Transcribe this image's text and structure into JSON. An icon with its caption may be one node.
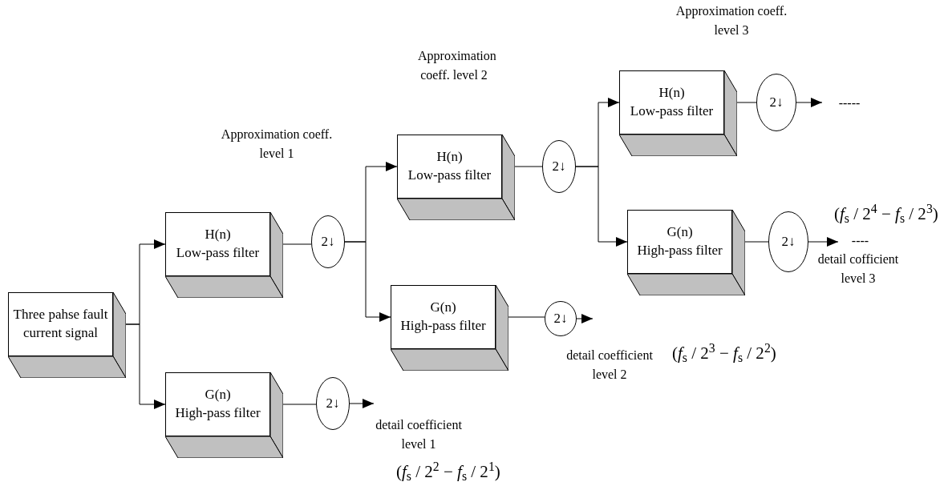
{
  "diagram": {
    "nodes": [
      {
        "text": [
          "Three pahse fault current signal"
        ]
      },
      {
        "text": [
          "H(n)",
          "Low-pass filter"
        ]
      },
      {
        "text": [
          "2↓"
        ]
      },
      {
        "text": [
          "G(n)",
          "High-pass filter"
        ]
      },
      {
        "text": [
          "2↓"
        ]
      },
      {
        "text": [
          "H(n)",
          "Low-pass filter"
        ]
      },
      {
        "text": [
          "2↓"
        ]
      },
      {
        "text": [
          "G(n)",
          "High-pass filter"
        ]
      },
      {
        "text": [
          "2↓"
        ]
      },
      {
        "text": [
          "H(n)",
          "Low-pass filter"
        ]
      },
      {
        "text": [
          "2↓"
        ]
      },
      {
        "text": [
          "G(n)",
          "High-pass filter"
        ]
      },
      {
        "text": [
          "2↓"
        ]
      },
      {
        "text": [
          "-----"
        ]
      },
      {
        "text": [
          "----"
        ]
      },
      {
        "text": [
          "detail coefficient level 1"
        ]
      }
    ],
    "edges": [
      {
        "from": 0,
        "to": 1,
        "arrow": "to"
      },
      {
        "from": 0,
        "to": 3,
        "arrow": "to"
      },
      {
        "from": 1,
        "to": 2,
        "arrow": "none"
      },
      {
        "from": 2,
        "to": 5,
        "arrow": "to"
      },
      {
        "from": 2,
        "to": 7,
        "arrow": "to"
      },
      {
        "from": 3,
        "to": 4,
        "arrow": "none"
      },
      {
        "from": 4,
        "to": 15,
        "arrow": "to"
      },
      {
        "from": 5,
        "to": 6,
        "arrow": "none"
      },
      {
        "from": 6,
        "to": 9,
        "arrow": "to"
      },
      {
        "from": 6,
        "to": 11,
        "arrow": "to"
      },
      {
        "from": 7,
        "to": 8,
        "arrow": "none"
      },
      {
        "from": 8,
        "to": null,
        "arrow": "to"
      },
      {
        "from": 9,
        "to": 10,
        "arrow": "none"
      },
      {
        "from": 10,
        "to": 13,
        "arrow": "to"
      },
      {
        "from": 11,
        "to": 12,
        "arrow": "none"
      },
      {
        "from": 12,
        "to": 14,
        "arrow": "to"
      }
    ],
    "labels": [
      "Approximation coeff. level 3",
      "Approximation coeff. level 2",
      "Approximation coeff. level 1",
      "(*f*$_{s}$ / 2$^{4}$ − *f*$_{s}$ / 2$^{3}$)",
      "detail cofficient level 3",
      "detail coefficient level 2",
      "(*f*$_{s}$ / 2$^{3}$ − *f*$_{s}$ / 2$^{2}$)",
      "(*f*$_{s}$ / 2$^{2}$ − *f*$_{s}$ / 2$^{1}$)"
    ]
  }
}
